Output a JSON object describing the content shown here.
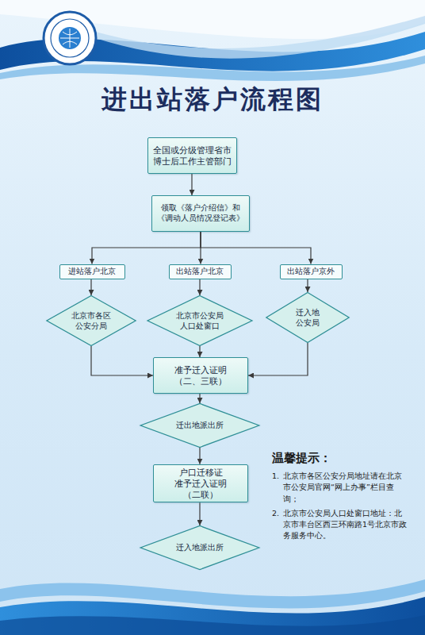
{
  "diagram": {
    "title": "进出站落户流程图",
    "nodes": [
      {
        "text": [
          "全国或分级管理省市 博士后工作主管部门"
        ]
      },
      {
        "text": [
          "领取《落户介绍信》和 《调动人员情况登记表》"
        ]
      },
      {
        "text": [
          "进站落户北京"
        ]
      },
      {
        "text": [
          "出站落户北京"
        ]
      },
      {
        "text": [
          "出站落户京外"
        ]
      },
      {
        "text": [
          "北京市各区 公安分局"
        ]
      },
      {
        "text": [
          "北京市公安局 人口处窗口"
        ]
      },
      {
        "text": [
          "迁入地 公安局"
        ]
      },
      {
        "text": [
          "准予迁入证明 （二、三联）"
        ]
      },
      {
        "text": [
          "迁出地派出所"
        ]
      },
      {
        "text": [
          "户口迁移证 准予迁入证明（二联）"
        ]
      },
      {
        "text": [
          "迁入地派出所"
        ]
      }
    ],
    "edges": [
      {
        "from": 0,
        "to": 1,
        "arrow": "to"
      },
      {
        "from": 1,
        "to": 2,
        "arrow": "to"
      },
      {
        "from": 1,
        "to": 3,
        "arrow": "to"
      },
      {
        "from": 1,
        "to": 4,
        "arrow": "to"
      },
      {
        "from": 2,
        "to": 5,
        "arrow": "to"
      },
      {
        "from": 3,
        "to": 6,
        "arrow": "to"
      },
      {
        "from": 4,
        "to": 7,
        "arrow": "to"
      },
      {
        "from": 5,
        "to": 8,
        "arrow": "to"
      },
      {
        "from": 6,
        "to": 8,
        "arrow": "to"
      },
      {
        "from": 7,
        "to": 8,
        "arrow": "to"
      },
      {
        "from": 8,
        "to": 9,
        "arrow": "to"
      },
      {
        "from": 9,
        "to": 10,
        "arrow": "to"
      },
      {
        "from": 10,
        "to": 11,
        "arrow": "to"
      }
    ],
    "labels": [
      "温馨提示：",
      "1.",
      "北京市各区公安分局地址请在北京市公安局官网“网上办事”栏目查询；",
      "2.",
      "北京市公安局人口处窗口地址：北京市丰台区西三环南路1号北京市政务服务中心。"
    ]
  }
}
